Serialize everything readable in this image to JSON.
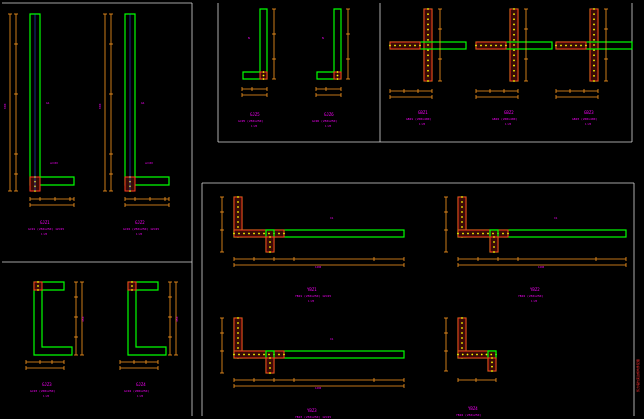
{
  "drawing": {
    "background": "#000000",
    "colors": {
      "frame": "#d8d8d8",
      "wall": "#00ff00",
      "dim": "#ff9a1f",
      "label": "#ff00ff",
      "rebar": "#ff3b1f",
      "hatch": "#ffff00",
      "axis": "#2a5cff",
      "title_bar": "#ff2040",
      "note_red": "#ff3030"
    },
    "panels": [
      {
        "id": "wall-l-tall-1",
        "label": "GJZ1",
        "scale": "1:25",
        "caption": "GJZ1 (250x250) 1ZJ25"
      },
      {
        "id": "wall-l-tall-2",
        "label": "GJZ2",
        "scale": "1:25",
        "caption": "GJZ2 (250x250) 1ZJ25"
      },
      {
        "id": "wall-l-short-1",
        "label": "GJZ3",
        "scale": "1:25",
        "caption": "GJZ3 (200x250)"
      },
      {
        "id": "wall-l-short-2",
        "label": "GJZ4",
        "scale": "1:25",
        "caption": "GJZ4 (200x250)"
      },
      {
        "id": "wall-l-top-1",
        "label": "GJZ5",
        "scale": "1:25",
        "caption": "GJZ5 (250x250)"
      },
      {
        "id": "wall-l-top-2",
        "label": "GJZ6",
        "scale": "1:25",
        "caption": "GJZ6 (250x250)"
      },
      {
        "id": "cross-1",
        "label": "GBZ1",
        "scale": "1:25",
        "caption": "GBZ1 (200x400)"
      },
      {
        "id": "cross-2",
        "label": "GBZ2",
        "scale": "1:25",
        "caption": "GBZ2 (200x400)"
      },
      {
        "id": "cross-3",
        "label": "GBZ3",
        "scale": "1:25",
        "caption": "GBZ3 (200x400)"
      },
      {
        "id": "beam-t-1",
        "label": "YBZ1",
        "scale": "1:25",
        "caption": "YBZ1 (250x250) 1ZJ25"
      },
      {
        "id": "beam-t-2",
        "label": "YBZ2",
        "scale": "1:25",
        "caption": "YBZ2 (250x250)"
      },
      {
        "id": "beam-t-3",
        "label": "YBZ3",
        "scale": "1:25",
        "caption": "YBZ3 (250x250) 1ZJ25"
      },
      {
        "id": "beam-t-4",
        "label": "YBZ4",
        "scale": "1:25",
        "caption": "YBZ4 (250x250)"
      }
    ],
    "side_note": "剪力墙约束边缘构件配筋"
  }
}
